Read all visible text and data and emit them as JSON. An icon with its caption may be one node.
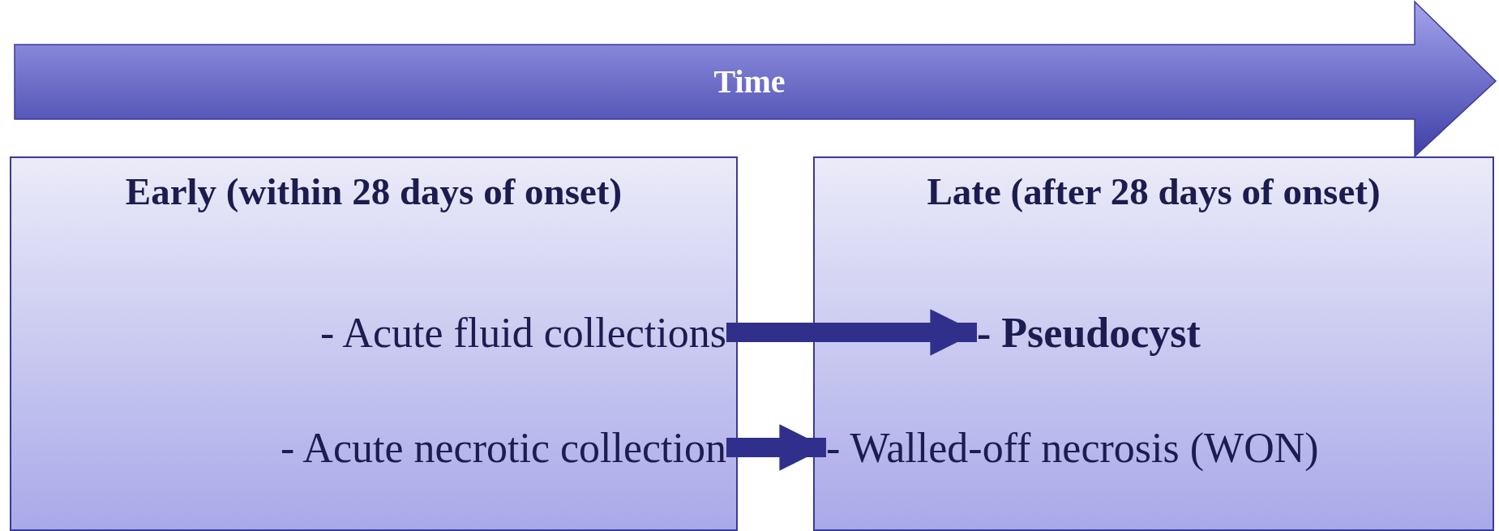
{
  "diagram": {
    "nodes": [
      {
        "text": [
          "Time"
        ]
      },
      {
        "text": [
          "Early (within 28 days of onset)"
        ]
      },
      {
        "text": [
          "- Acute fluid collections"
        ],
        "in": 1
      },
      {
        "text": [
          "- Acute necrotic collection"
        ],
        "in": 1
      },
      {
        "text": [
          "Late (after 28 days of onset)"
        ]
      },
      {
        "text": [
          "- Pseudocyst"
        ],
        "in": 4
      },
      {
        "text": [
          "- Walled-off necrosis (WON)"
        ],
        "in": 4
      }
    ],
    "edges": [
      {
        "from": 2,
        "to": 5,
        "arrow": "to"
      },
      {
        "from": 3,
        "to": 6,
        "arrow": "to"
      }
    ]
  }
}
